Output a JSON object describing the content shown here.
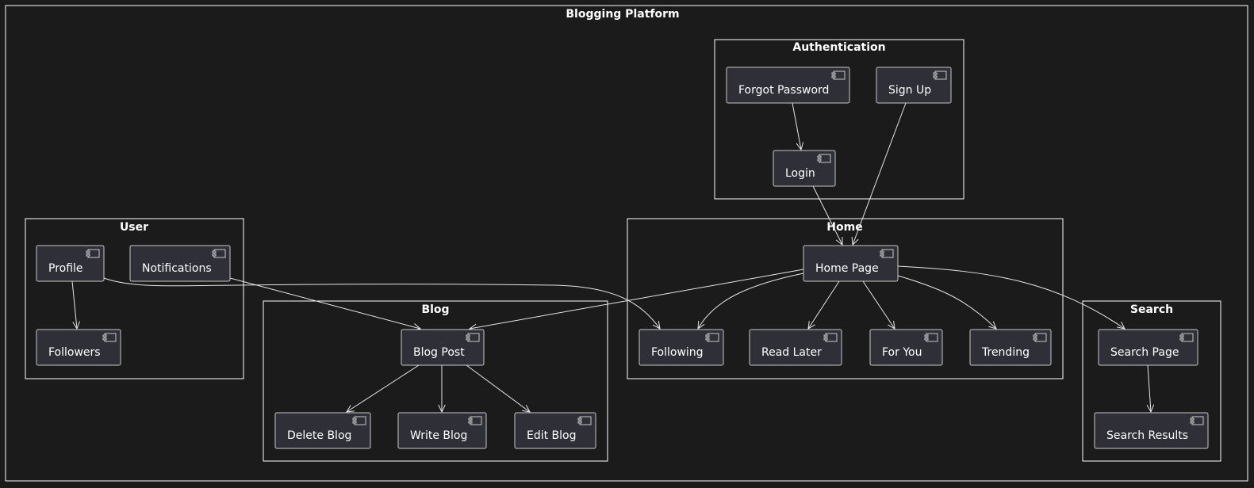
{
  "diagram": {
    "root": {
      "title": "Blogging Platform"
    },
    "packages": {
      "authentication": {
        "title": "Authentication"
      },
      "user": {
        "title": "User"
      },
      "home": {
        "title": "Home"
      },
      "blog": {
        "title": "Blog"
      },
      "search": {
        "title": "Search"
      }
    },
    "components": {
      "forgot_password": "Forgot Password",
      "sign_up": "Sign Up",
      "login": "Login",
      "profile": "Profile",
      "notifications": "Notifications",
      "followers": "Followers",
      "home_page": "Home Page",
      "following": "Following",
      "read_later": "Read Later",
      "for_you": "For You",
      "trending": "Trending",
      "blog_post": "Blog Post",
      "delete_blog": "Delete Blog",
      "write_blog": "Write Blog",
      "edit_blog": "Edit Blog",
      "search_page": "Search Page",
      "search_results": "Search Results"
    },
    "edges": [
      {
        "from": "forgot_password",
        "to": "login"
      },
      {
        "from": "login",
        "to": "home_page"
      },
      {
        "from": "sign_up",
        "to": "home_page"
      },
      {
        "from": "profile",
        "to": "followers"
      },
      {
        "from": "profile",
        "to": "following"
      },
      {
        "from": "notifications",
        "to": "blog_post"
      },
      {
        "from": "home_page",
        "to": "blog_post"
      },
      {
        "from": "home_page",
        "to": "following"
      },
      {
        "from": "home_page",
        "to": "read_later"
      },
      {
        "from": "home_page",
        "to": "for_you"
      },
      {
        "from": "home_page",
        "to": "trending"
      },
      {
        "from": "home_page",
        "to": "search_page"
      },
      {
        "from": "blog_post",
        "to": "delete_blog"
      },
      {
        "from": "blog_post",
        "to": "write_blog"
      },
      {
        "from": "blog_post",
        "to": "edit_blog"
      },
      {
        "from": "search_page",
        "to": "search_results"
      }
    ],
    "colors": {
      "background": "#1b1b1c",
      "component_fill": "#2f2f37",
      "component_border": "#c8c8c8",
      "package_border": "#ffffff",
      "text": "#ffffff",
      "arrow": "#e6e6e6"
    }
  }
}
